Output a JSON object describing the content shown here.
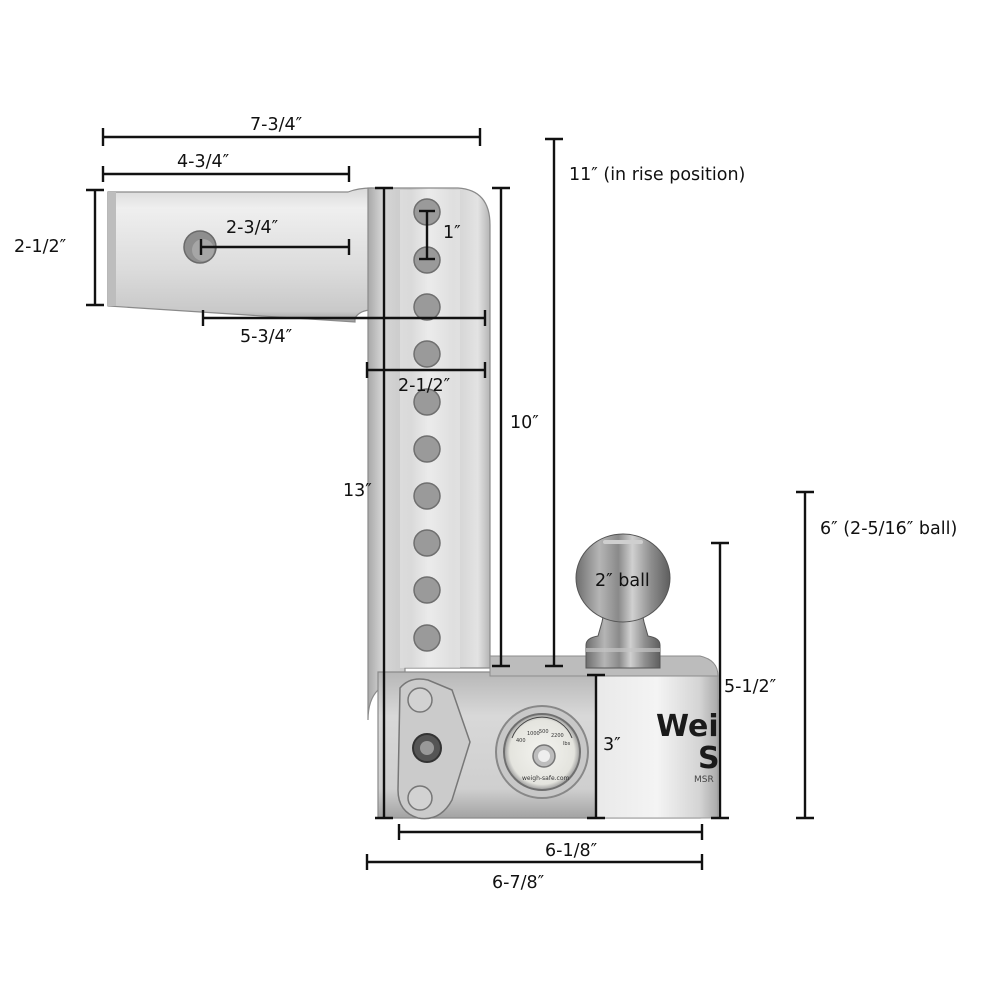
{
  "diagram": {
    "subject": "Adjustable hitch ball mount with weight gauge",
    "colors": {
      "background": "#ffffff",
      "dimension_lines": "#111111",
      "metal_light": "#e6e6e6",
      "metal_mid": "#c4c4c4",
      "metal_dark": "#8f8f8f"
    },
    "dimensions": {
      "overall_length": "7-3/4″",
      "shank_length": "4-3/4″",
      "shank_height": "2-1/2″",
      "pin_hole_to_shank_end": "2-3/4″",
      "pin_hole_to_drop_back": "5-3/4″",
      "drop_width": "2-1/2″",
      "hole_spacing": "1″",
      "rise_height": "11″ (in rise position)",
      "adjustable_span": "10″",
      "drop_height": "13″",
      "ball_size": "2″ ball",
      "large_ball_height": "6″ (2-5/16″ ball)",
      "ball_height": "5-1/2″",
      "head_height": "3″",
      "head_depth": "6-1/8″",
      "overall_depth": "6-7/8″"
    },
    "product_marks": {
      "brand_partial_1": "Wei",
      "brand_partial_2": "S",
      "model_partial": "MSR",
      "gauge_url": "weigh-safe.com",
      "gauge_ticks": [
        "400",
        "1000",
        "500",
        "2200",
        "lbs"
      ]
    }
  }
}
